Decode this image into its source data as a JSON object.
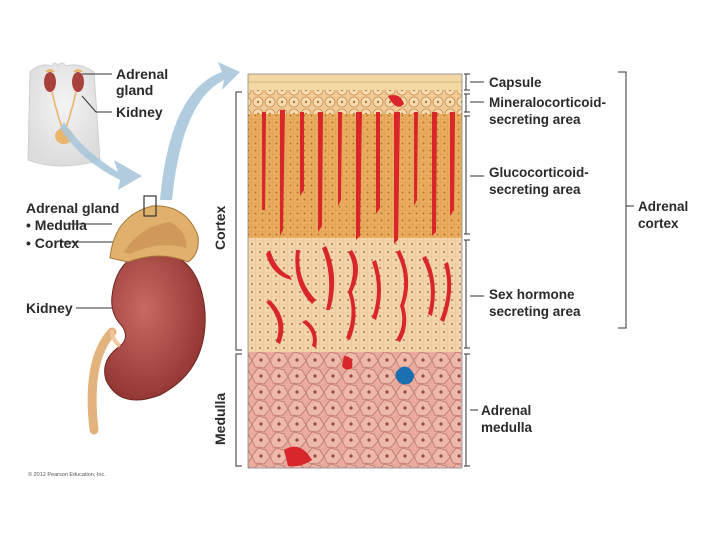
{
  "labels": {
    "adrenal_gland_top": [
      "Adrenal",
      "gland"
    ],
    "kidney_top": "Kidney",
    "adrenal_gland_mid": "Adrenal gland",
    "medulla_bullet": "• Medulla",
    "cortex_bullet": "• Cortex",
    "kidney_mid": "Kidney",
    "cortex_vertical": "Cortex",
    "medulla_vertical": "Medulla",
    "capsule": "Capsule",
    "mineralocorticoid": [
      "Mineralocorticoid-",
      "secreting area"
    ],
    "glucocorticoid": [
      "Glucocorticoid-",
      "secreting area"
    ],
    "sex_hormone": [
      "Sex hormone",
      "secreting area"
    ],
    "adrenal_medulla": [
      "Adrenal",
      "medulla"
    ],
    "adrenal_cortex": [
      "Adrenal",
      "cortex"
    ],
    "copyright": "© 2012 Pearson Education, Inc."
  },
  "colors": {
    "capsule": "#f2d9a4",
    "mineralocorticoid": "#f0c389",
    "glucocorticoid": "#e9a95a",
    "sex_hormone": "#f2d2a8",
    "medulla": "#e8a89a",
    "vessel": "#d9262b",
    "vein": "#1a6fb0",
    "kidney": "#a8413c",
    "arrow": "#a9c6dc"
  }
}
